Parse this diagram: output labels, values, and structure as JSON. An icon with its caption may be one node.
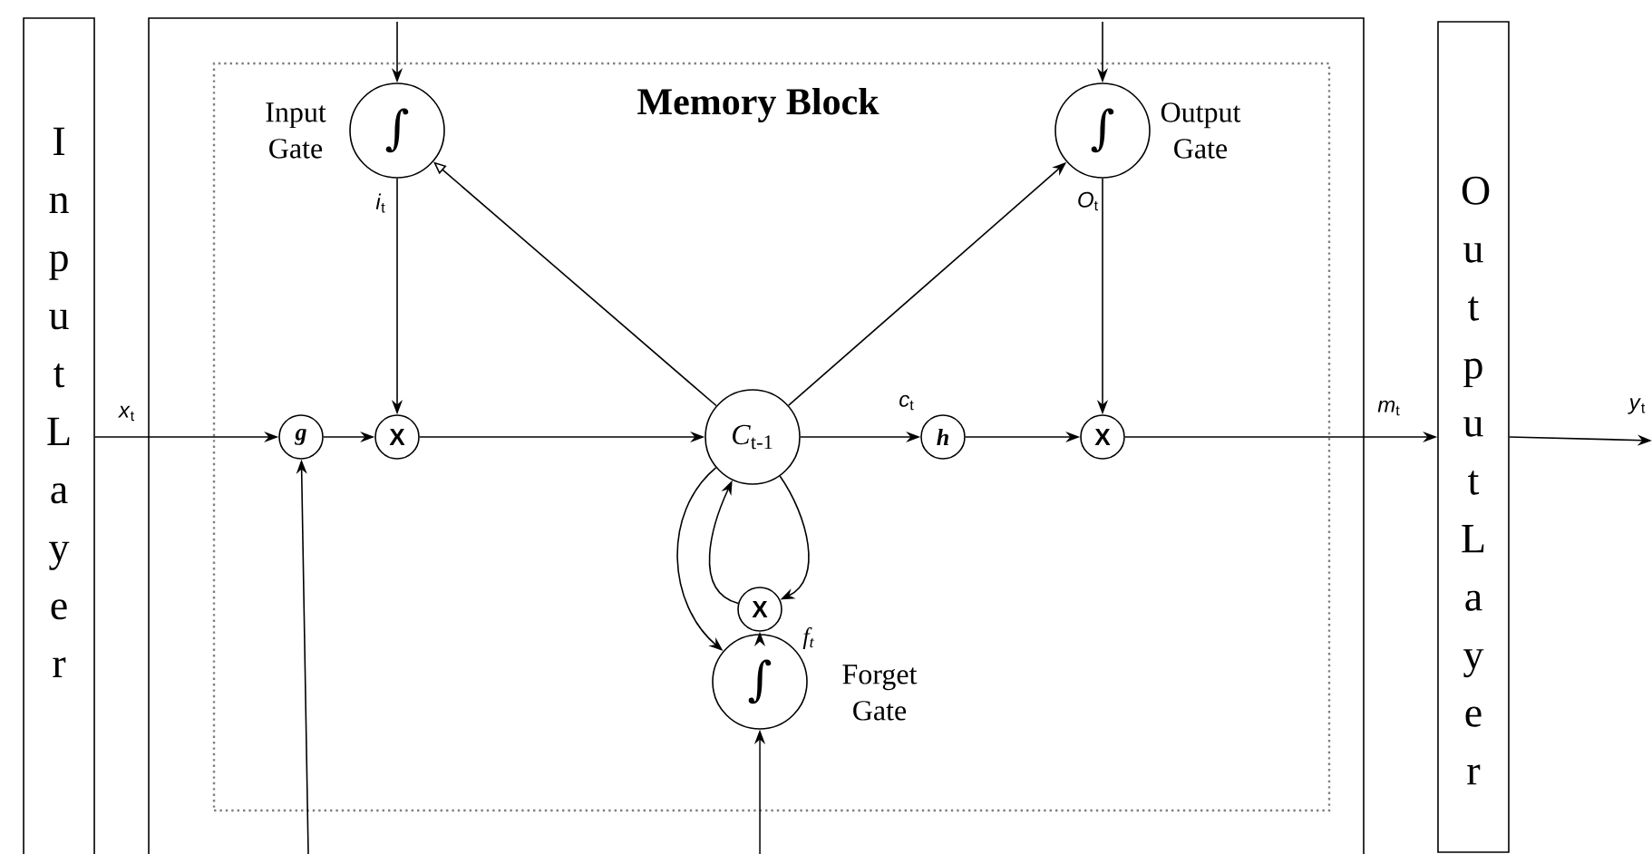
{
  "diagram": {
    "nodes": [
      {
        "text": [
          "Input Layer"
        ]
      },
      {
        "text": [],
        "shape": "box"
      },
      {
        "text": [
          "Memory Block"
        ],
        "in": 1
      },
      {
        "text": [
          "∫"
        ],
        "beside": [
          "Input Gate"
        ],
        "in": 2
      },
      {
        "text": [
          "∫"
        ],
        "beside": [
          "Output Gate"
        ],
        "in": 2
      },
      {
        "text": [
          "g"
        ],
        "in": 2
      },
      {
        "text": [
          "X"
        ],
        "in": 2
      },
      {
        "text": [
          "*C*$_{t-1}$"
        ],
        "in": 2
      },
      {
        "text": [
          "h"
        ],
        "in": 2
      },
      {
        "text": [
          "X"
        ],
        "in": 2
      },
      {
        "text": [
          "X"
        ],
        "in": 2
      },
      {
        "text": [
          "∫"
        ],
        "beside": [
          "Forget Gate"
        ],
        "in": 2
      },
      {
        "text": [
          "Output Layer"
        ]
      }
    ],
    "edges": [
      {
        "from": null,
        "to": 3,
        "arrow": "to"
      },
      {
        "from": null,
        "to": 4,
        "arrow": "to"
      },
      {
        "from": 7,
        "to": 3,
        "arrow": "to"
      },
      {
        "from": 7,
        "to": 4,
        "arrow": "to"
      },
      {
        "from": 3,
        "to": 6,
        "arrow": "to",
        "label": "*i*$_{t}$"
      },
      {
        "from": 4,
        "to": 9,
        "arrow": "to",
        "label": "*O*$_{t}$"
      },
      {
        "from": 0,
        "to": 5,
        "arrow": "to",
        "label": "*x*$_{t}$"
      },
      {
        "from": 5,
        "to": 6,
        "arrow": "to"
      },
      {
        "from": 6,
        "to": 7,
        "arrow": "to"
      },
      {
        "from": 7,
        "to": 8,
        "arrow": "to",
        "label": "*c*$_{t}$"
      },
      {
        "from": 8,
        "to": 9,
        "arrow": "to"
      },
      {
        "from": 9,
        "to": 12,
        "arrow": "to",
        "label": "*m*$_{t}$"
      },
      {
        "from": 12,
        "to": null,
        "arrow": "to",
        "label": "*y*$_{t}$"
      },
      {
        "from": null,
        "to": 5,
        "arrow": "to"
      },
      {
        "from": null,
        "to": 11,
        "arrow": "to"
      },
      {
        "from": 11,
        "to": 10,
        "arrow": "to",
        "label": "*f*$_{t}$"
      },
      {
        "from": 10,
        "to": 7,
        "arrow": "to"
      },
      {
        "from": 7,
        "to": 10,
        "arrow": "to"
      },
      {
        "from": 7,
        "to": 11,
        "arrow": "to"
      }
    ]
  }
}
